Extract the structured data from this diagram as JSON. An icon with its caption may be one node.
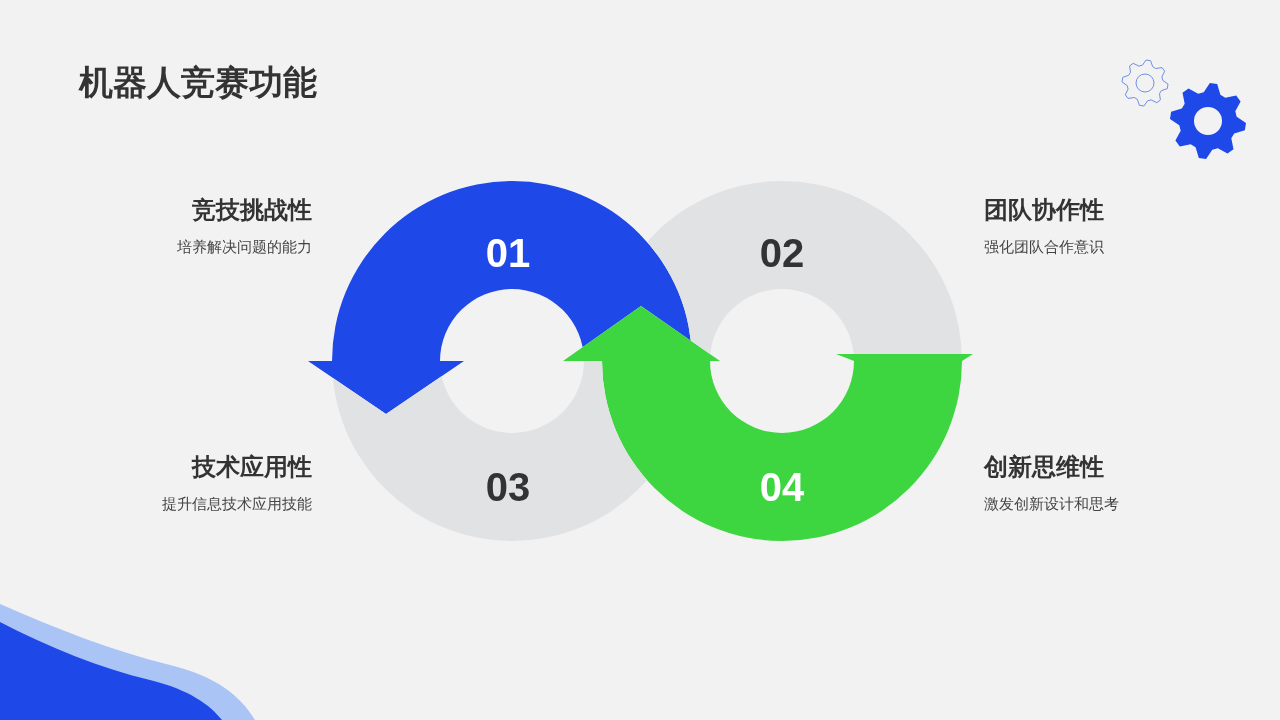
{
  "diagram": {
    "title": "机器人竞赛功能",
    "nodes": [
      {
        "text": [
          "01"
        ],
        "beside": [
          "竞技挑战性",
          "培养解决问题的能力"
        ]
      },
      {
        "text": [
          "02"
        ],
        "beside": [
          "团队协作性",
          "强化团队合作意识"
        ]
      },
      {
        "text": [
          "03"
        ],
        "beside": [
          "技术应用性",
          "提升信息技术应用技能"
        ]
      },
      {
        "text": [
          "04"
        ],
        "beside": [
          "创新思维性",
          "激发创新设计和思考"
        ]
      }
    ]
  }
}
